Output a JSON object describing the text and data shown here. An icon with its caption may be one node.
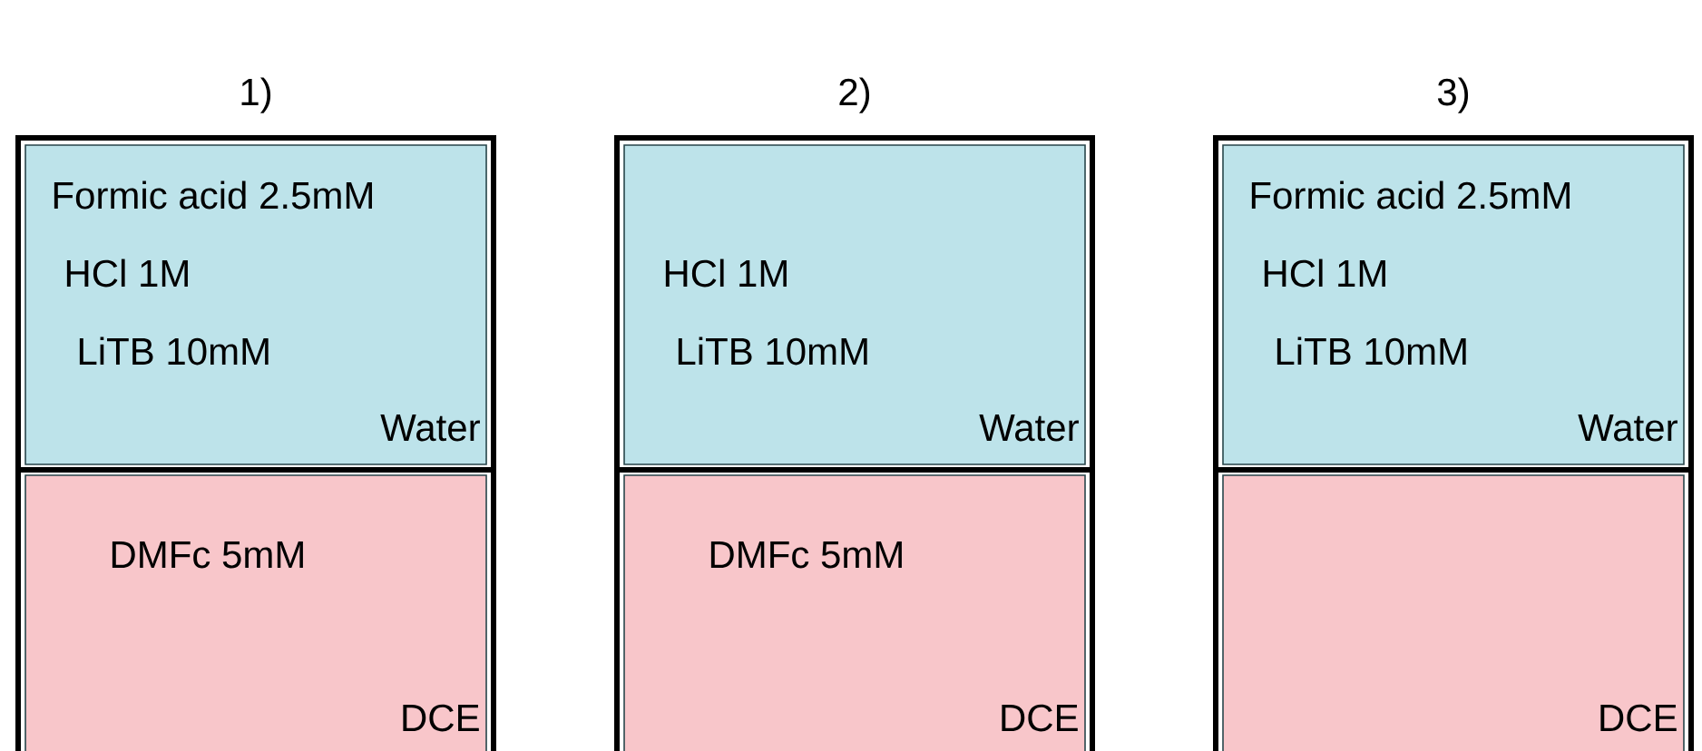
{
  "diagram": {
    "nodes": [
      {
        "text": [
          "1)"
        ]
      },
      {
        "text": [
          "Formic acid 2.5mM",
          "HCl 1M",
          "LiTB 10mM",
          "Water"
        ],
        "in": 0
      },
      {
        "text": [
          "DMFc 5mM",
          "DCE"
        ],
        "in": 0
      },
      {
        "text": [
          "2)"
        ]
      },
      {
        "text": [
          "HCl 1M",
          "LiTB 10mM",
          "Water"
        ],
        "in": 3
      },
      {
        "text": [
          "DMFc 5mM",
          "DCE"
        ],
        "in": 3
      },
      {
        "text": [
          "3)"
        ]
      },
      {
        "text": [
          "Formic acid 2.5mM",
          "HCl 1M",
          "LiTB 10mM",
          "Water"
        ],
        "in": 6
      },
      {
        "text": [
          "DCE"
        ],
        "in": 6
      }
    ]
  }
}
